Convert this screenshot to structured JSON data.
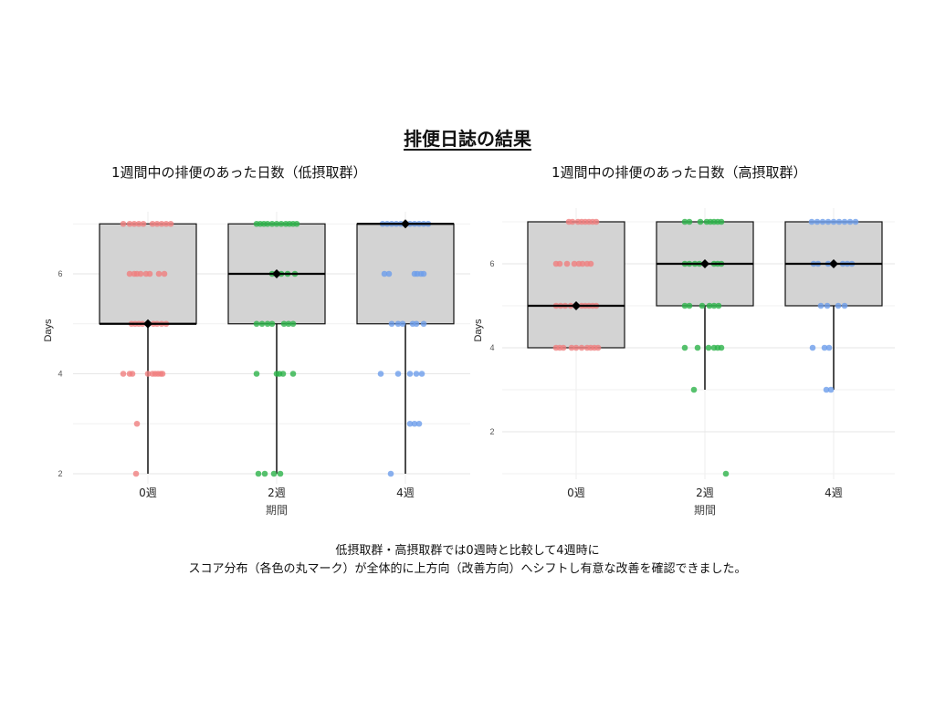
{
  "main_title": "排便日誌の結果",
  "caption": {
    "line1": "低摂取群・高摂取群では0週時と比較して4週時に",
    "line2": "スコア分布（各色の丸マーク）が全体的に上方向（改善方向）へシフトし有意な改善を確認できました。"
  },
  "colors": {
    "w0": "#f08080",
    "w2": "#2db34a",
    "w4": "#6d9eeb",
    "box_fill": "#d3d3d3"
  },
  "chart_data": [
    {
      "type": "boxplot",
      "title": "1週間中の排便のあった日数（低摂取群）",
      "xlabel": "期間",
      "ylabel": "Days",
      "categories": [
        "0週",
        "2週",
        "4週"
      ],
      "yticks": [
        2,
        4,
        6
      ],
      "ylim": [
        1.9,
        7.1
      ],
      "boxes": [
        {
          "q1": 5,
          "median": 5,
          "q3": 7,
          "whisker_low": 2,
          "whisker_high": 7,
          "mean": 5
        },
        {
          "q1": 5,
          "median": 6,
          "q3": 7,
          "whisker_low": 2,
          "whisker_high": 7,
          "mean": 6
        },
        {
          "q1": 5,
          "median": 7,
          "q3": 7,
          "whisker_low": 2,
          "whisker_high": 7,
          "mean": 7
        }
      ],
      "points": [
        [
          [
            7,
            -0.27
          ],
          [
            7,
            -0.2
          ],
          [
            7,
            -0.15
          ],
          [
            7,
            -0.1
          ],
          [
            7,
            -0.05
          ],
          [
            7,
            0.05
          ],
          [
            7,
            0.1
          ],
          [
            7,
            0.15
          ],
          [
            7,
            0.2
          ],
          [
            7,
            0.25
          ],
          [
            6,
            -0.2
          ],
          [
            6,
            -0.15
          ],
          [
            6,
            -0.12
          ],
          [
            6,
            -0.08
          ],
          [
            6,
            -0.02
          ],
          [
            6,
            0.02
          ],
          [
            6,
            0.12
          ],
          [
            6,
            0.18
          ],
          [
            5,
            -0.18
          ],
          [
            5,
            -0.14
          ],
          [
            5,
            -0.1
          ],
          [
            5,
            -0.06
          ],
          [
            5,
            0.06
          ],
          [
            5,
            0.1
          ],
          [
            5,
            0.15
          ],
          [
            5,
            0.2
          ],
          [
            4,
            -0.27
          ],
          [
            4,
            -0.2
          ],
          [
            4,
            -0.17
          ],
          [
            4,
            0
          ],
          [
            4,
            0.05
          ],
          [
            4,
            0.08
          ],
          [
            4,
            0.11
          ],
          [
            4,
            0.14
          ],
          [
            4,
            0.16
          ],
          [
            3,
            -0.12
          ],
          [
            2,
            -0.13
          ]
        ],
        [
          [
            7,
            -0.22
          ],
          [
            7,
            -0.18
          ],
          [
            7,
            -0.14
          ],
          [
            7,
            -0.1
          ],
          [
            7,
            -0.05
          ],
          [
            7,
            0
          ],
          [
            7,
            0.05
          ],
          [
            7,
            0.1
          ],
          [
            7,
            0.14
          ],
          [
            7,
            0.18
          ],
          [
            7,
            0.22
          ],
          [
            6,
            -0.05
          ],
          [
            6,
            0.05
          ],
          [
            6,
            0.12
          ],
          [
            6,
            0.2
          ],
          [
            5,
            -0.22
          ],
          [
            5,
            -0.16
          ],
          [
            5,
            -0.1
          ],
          [
            5,
            -0.05
          ],
          [
            5,
            0.08
          ],
          [
            5,
            0.13
          ],
          [
            5,
            0.18
          ],
          [
            4,
            -0.22
          ],
          [
            4,
            0
          ],
          [
            4,
            0.03
          ],
          [
            4,
            0.07
          ],
          [
            4,
            0.18
          ],
          [
            2,
            -0.2
          ],
          [
            2,
            -0.13
          ],
          [
            2,
            -0.03
          ],
          [
            2,
            0.04
          ]
        ],
        [
          [
            7,
            -0.25
          ],
          [
            7,
            -0.2
          ],
          [
            7,
            -0.15
          ],
          [
            7,
            -0.1
          ],
          [
            7,
            -0.05
          ],
          [
            7,
            0.05
          ],
          [
            7,
            0.1
          ],
          [
            7,
            0.15
          ],
          [
            7,
            0.2
          ],
          [
            7,
            0.25
          ],
          [
            6,
            -0.23
          ],
          [
            6,
            -0.18
          ],
          [
            6,
            0.1
          ],
          [
            6,
            0.13
          ],
          [
            6,
            0.17
          ],
          [
            6,
            0.2
          ],
          [
            5,
            -0.15
          ],
          [
            5,
            -0.08
          ],
          [
            5,
            -0.03
          ],
          [
            5,
            0.08
          ],
          [
            5,
            0.12
          ],
          [
            5,
            0.2
          ],
          [
            4,
            -0.27
          ],
          [
            4,
            -0.08
          ],
          [
            4,
            0.05
          ],
          [
            4,
            0.12
          ],
          [
            4,
            0.18
          ],
          [
            3,
            0.05
          ],
          [
            3,
            0.1
          ],
          [
            3,
            0.15
          ],
          [
            2,
            -0.16
          ]
        ]
      ]
    },
    {
      "type": "boxplot",
      "title": "1週間中の排便のあった日数（高摂取群）",
      "xlabel": "期間",
      "ylabel": "Days",
      "categories": [
        "0週",
        "2週",
        "4週"
      ],
      "yticks": [
        2,
        4,
        6
      ],
      "ylim": [
        0.9,
        7.1
      ],
      "boxes": [
        {
          "q1": 4,
          "median": 5,
          "q3": 7,
          "whisker_low": 4,
          "whisker_high": 7,
          "mean": 5
        },
        {
          "q1": 5,
          "median": 6,
          "q3": 7,
          "whisker_low": 3,
          "whisker_high": 7,
          "mean": 6
        },
        {
          "q1": 5,
          "median": 6,
          "q3": 7,
          "whisker_low": 3,
          "whisker_high": 7,
          "mean": 6
        }
      ],
      "points": [
        [
          [
            7,
            -0.08
          ],
          [
            7,
            -0.04
          ],
          [
            7,
            0.02
          ],
          [
            7,
            0.06
          ],
          [
            7,
            0.1
          ],
          [
            7,
            0.14
          ],
          [
            7,
            0.18
          ],
          [
            7,
            0.22
          ],
          [
            6,
            -0.22
          ],
          [
            6,
            -0.18
          ],
          [
            6,
            -0.1
          ],
          [
            6,
            -0.02
          ],
          [
            6,
            0.03
          ],
          [
            6,
            0.07
          ],
          [
            6,
            0.12
          ],
          [
            6,
            0.16
          ],
          [
            5,
            -0.22
          ],
          [
            5,
            -0.17
          ],
          [
            5,
            -0.12
          ],
          [
            5,
            -0.06
          ],
          [
            5,
            0.06
          ],
          [
            5,
            0.1
          ],
          [
            5,
            0.14
          ],
          [
            5,
            0.18
          ],
          [
            5,
            0.22
          ],
          [
            4,
            -0.22
          ],
          [
            4,
            -0.18
          ],
          [
            4,
            -0.14
          ],
          [
            4,
            -0.05
          ],
          [
            4,
            0
          ],
          [
            4,
            0.06
          ],
          [
            4,
            0.12
          ],
          [
            4,
            0.16
          ],
          [
            4,
            0.2
          ],
          [
            4,
            0.24
          ]
        ],
        [
          [
            7,
            -0.22
          ],
          [
            7,
            -0.17
          ],
          [
            7,
            -0.05
          ],
          [
            7,
            0.02
          ],
          [
            7,
            0.06
          ],
          [
            7,
            0.1
          ],
          [
            7,
            0.14
          ],
          [
            7,
            0.18
          ],
          [
            6,
            -0.22
          ],
          [
            6,
            -0.17
          ],
          [
            6,
            -0.11
          ],
          [
            6,
            -0.06
          ],
          [
            6,
            0.1
          ],
          [
            6,
            0.14
          ],
          [
            6,
            0.18
          ],
          [
            5,
            -0.22
          ],
          [
            5,
            -0.17
          ],
          [
            5,
            -0.03
          ],
          [
            5,
            0.05
          ],
          [
            5,
            0.1
          ],
          [
            5,
            0.15
          ],
          [
            4,
            -0.22
          ],
          [
            4,
            -0.08
          ],
          [
            4,
            0.04
          ],
          [
            4,
            0.1
          ],
          [
            4,
            0.14
          ],
          [
            4,
            0.18
          ],
          [
            3,
            -0.12
          ],
          [
            1,
            0.23
          ]
        ],
        [
          [
            7,
            -0.24
          ],
          [
            7,
            -0.18
          ],
          [
            7,
            -0.12
          ],
          [
            7,
            -0.06
          ],
          [
            7,
            0
          ],
          [
            7,
            0.06
          ],
          [
            7,
            0.12
          ],
          [
            7,
            0.18
          ],
          [
            7,
            0.24
          ],
          [
            6,
            -0.22
          ],
          [
            6,
            -0.17
          ],
          [
            6,
            -0.06
          ],
          [
            6,
            0.1
          ],
          [
            6,
            0.15
          ],
          [
            6,
            0.2
          ],
          [
            5,
            -0.14
          ],
          [
            5,
            -0.07
          ],
          [
            5,
            0.05
          ],
          [
            5,
            0.12
          ],
          [
            4,
            -0.23
          ],
          [
            4,
            -0.1
          ],
          [
            4,
            -0.05
          ],
          [
            3,
            -0.08
          ],
          [
            3,
            -0.03
          ]
        ]
      ]
    }
  ]
}
